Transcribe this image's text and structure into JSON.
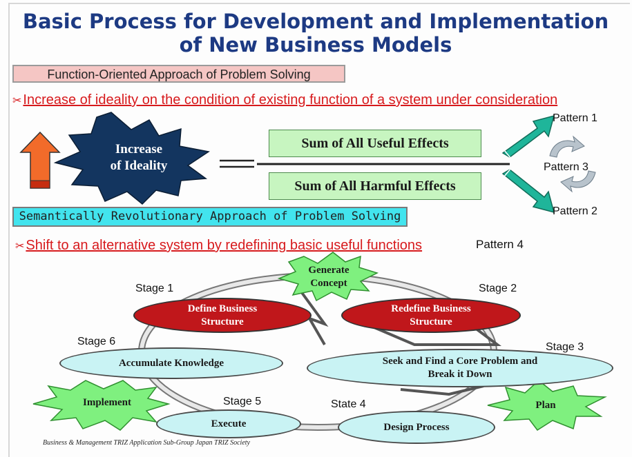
{
  "title": {
    "line1": "Basic Process for Development and Implementation",
    "line2": "of New Business Models"
  },
  "function_oriented": {
    "label": "Function-Oriented Approach of Problem Solving",
    "statement": "Increase of ideality on the condition of existing function of a system under consideration"
  },
  "ideality": {
    "star_line1": "Increase",
    "star_line2": "of Ideality",
    "useful_effects": "Sum of All Useful Effects",
    "harmful_effects": "Sum of All Harmful Effects"
  },
  "patterns": {
    "p1": "Pattern 1",
    "p2": "Pattern 2",
    "p3": "Pattern 3",
    "p4": "Pattern 4"
  },
  "semantic": {
    "label": "Semantically Revolutionary Approach of Problem Solving",
    "statement": "Shift to an alternative system by redefining basic useful functions"
  },
  "cycle": {
    "generate_line1": "Generate",
    "generate_line2": "Concept",
    "stage1": "Stage 1",
    "stage1_text_line1": "Define Business",
    "stage1_text_line2": "Structure",
    "stage2": "Stage 2",
    "stage2_text_line1": "Redefine Business",
    "stage2_text_line2": "Structure",
    "stage3": "Stage 3",
    "stage3_text_line1": "Seek and Find a Core Problem and",
    "stage3_text_line2": "Break it Down",
    "state4": "State 4",
    "state4_text": "Design Process",
    "stage5": "Stage 5",
    "stage5_text": "Execute",
    "stage6": "Stage 6",
    "stage6_text": "Accumulate Knowledge",
    "implement": "Implement",
    "plan": "Plan"
  },
  "credit": "Business & Management TRIZ Application Sub-Group Japan TRIZ Society",
  "colors": {
    "title": "#1d3a83",
    "red_accent": "#d7191c",
    "pink_box": "#f5c6c4",
    "cyan_box": "#42e4ee",
    "green_box": "#c7f5c0",
    "star_navy": "#13355f",
    "stage_red": "#c0171b",
    "stage_cyan": "#c9f3f4",
    "burst_green": "#7ff07f",
    "arrow_teal": "#1fb59a"
  }
}
